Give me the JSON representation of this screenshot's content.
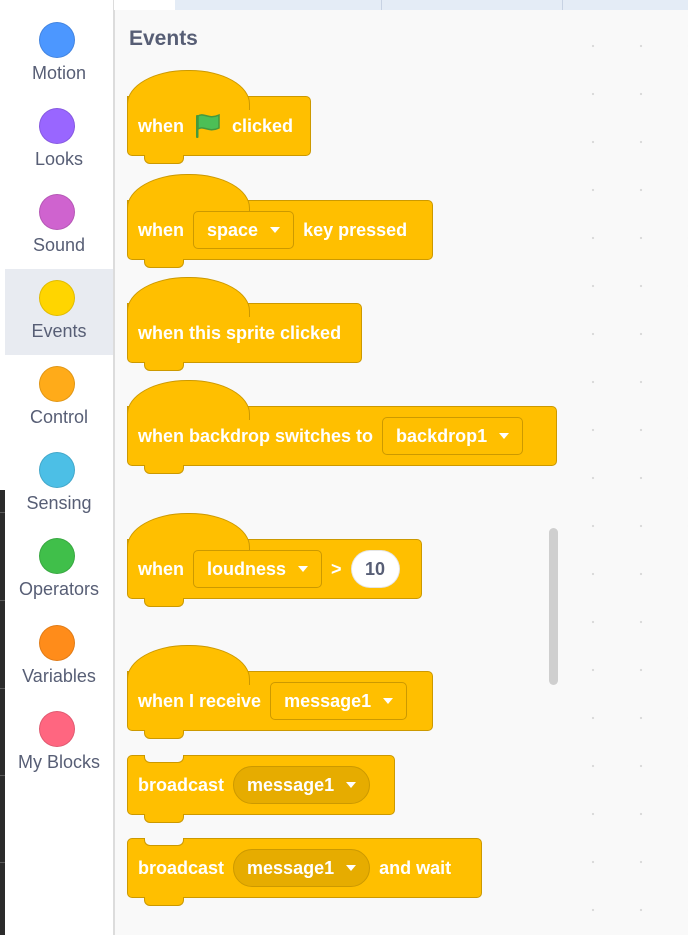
{
  "categories": [
    {
      "key": "motion",
      "label": "Motion",
      "color": "#4c97ff",
      "selected": false
    },
    {
      "key": "looks",
      "label": "Looks",
      "color": "#9966ff",
      "selected": false
    },
    {
      "key": "sound",
      "label": "Sound",
      "color": "#cf63cf",
      "selected": false
    },
    {
      "key": "events",
      "label": "Events",
      "color": "#ffd500",
      "selected": true
    },
    {
      "key": "control",
      "label": "Control",
      "color": "#ffab19",
      "selected": false
    },
    {
      "key": "sensing",
      "label": "Sensing",
      "color": "#4cbfe6",
      "selected": false
    },
    {
      "key": "operators",
      "label": "Operators",
      "color": "#40bf4a",
      "selected": false
    },
    {
      "key": "variables",
      "label": "Variables",
      "color": "#ff8c1a",
      "selected": false
    },
    {
      "key": "myblocks",
      "label": "My Blocks",
      "color": "#ff6680",
      "selected": false
    }
  ],
  "flyout": {
    "title": "Events",
    "blocks": {
      "flag": {
        "pre": "when",
        "post": "clicked",
        "icon": "green-flag-icon"
      },
      "key": {
        "pre": "when",
        "option": "space",
        "post": "key pressed"
      },
      "sprite": {
        "text": "when this sprite clicked"
      },
      "backdrop": {
        "pre": "when backdrop switches to",
        "option": "backdrop1"
      },
      "loudness": {
        "pre": "when",
        "option": "loudness",
        "op": ">",
        "value": "10"
      },
      "receive": {
        "pre": "when I receive",
        "option": "message1"
      },
      "broadcast": {
        "pre": "broadcast",
        "option": "message1"
      },
      "broadcast_wait": {
        "pre": "broadcast",
        "option": "message1",
        "post": "and wait"
      }
    }
  },
  "colors": {
    "events_block": "#ffbf00",
    "events_border": "#cc9900",
    "text_muted": "#575e75"
  }
}
